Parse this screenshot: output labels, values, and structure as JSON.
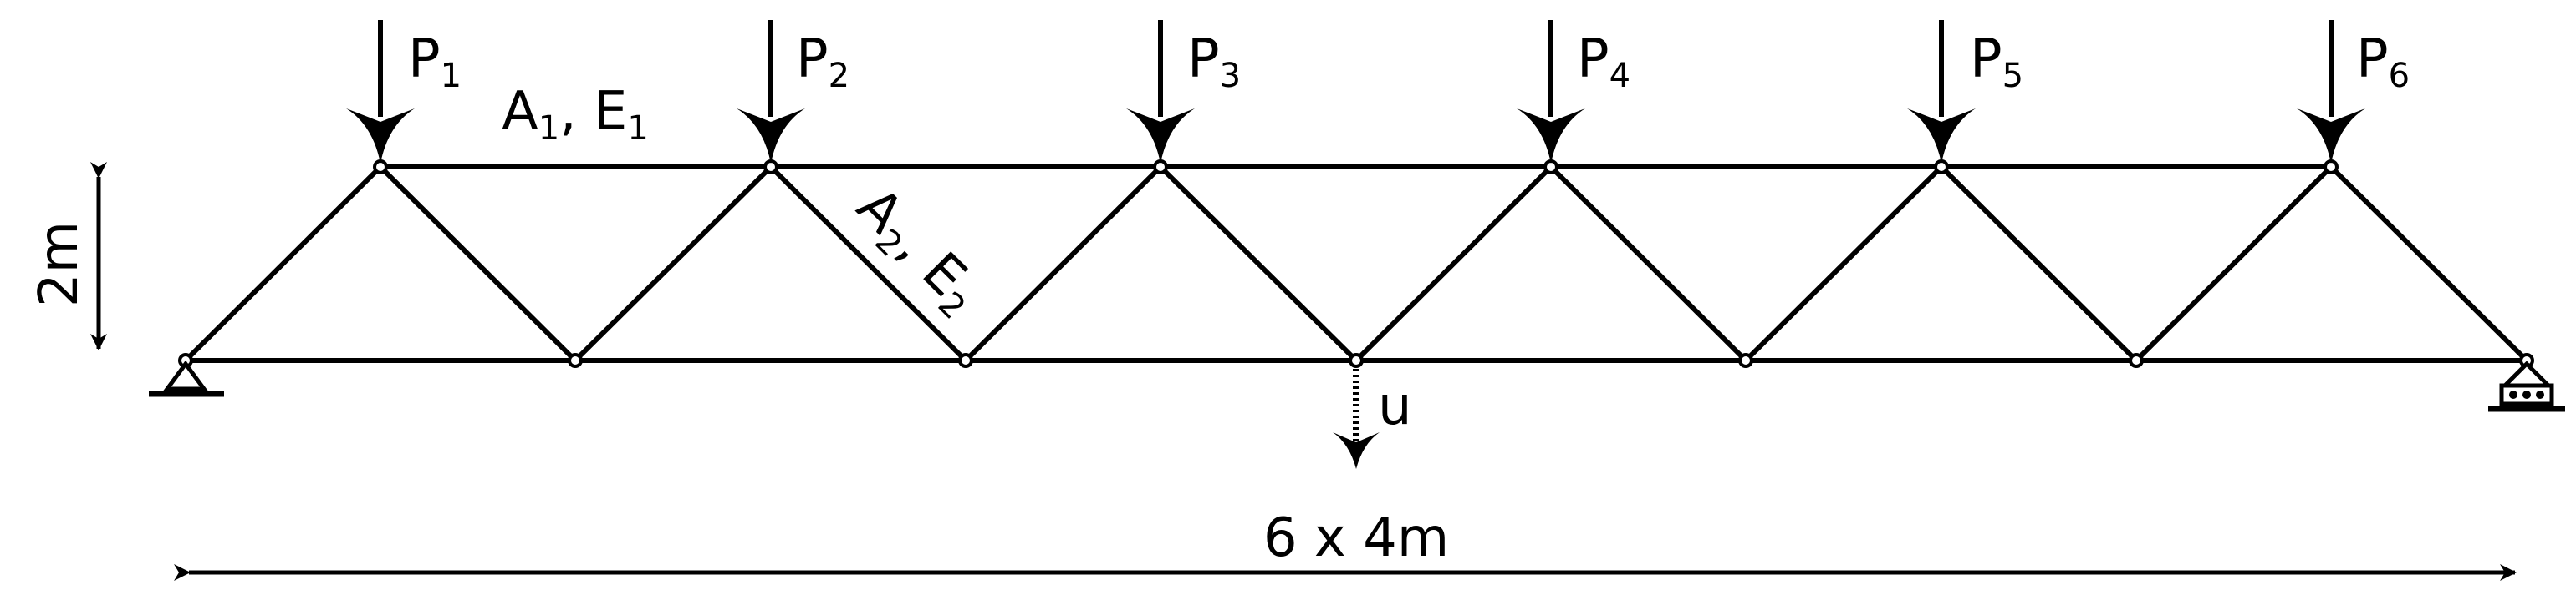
{
  "loads": [
    {
      "label": "P",
      "sub": "1"
    },
    {
      "label": "P",
      "sub": "2"
    },
    {
      "label": "P",
      "sub": "3"
    },
    {
      "label": "P",
      "sub": "4"
    },
    {
      "label": "P",
      "sub": "5"
    },
    {
      "label": "P",
      "sub": "6"
    }
  ],
  "chord_label": {
    "a": "A",
    "a_sub": "1",
    "sep": ", ",
    "e": "E",
    "e_sub": "1"
  },
  "diagonal_label": {
    "a": "A",
    "a_sub": "2",
    "sep": ", ",
    "e": "E",
    "e_sub": "2"
  },
  "height_label": "2m",
  "span_label": "6 x 4m",
  "displacement_label": "u",
  "colors": {
    "line": "#000000",
    "background": "#ffffff"
  }
}
